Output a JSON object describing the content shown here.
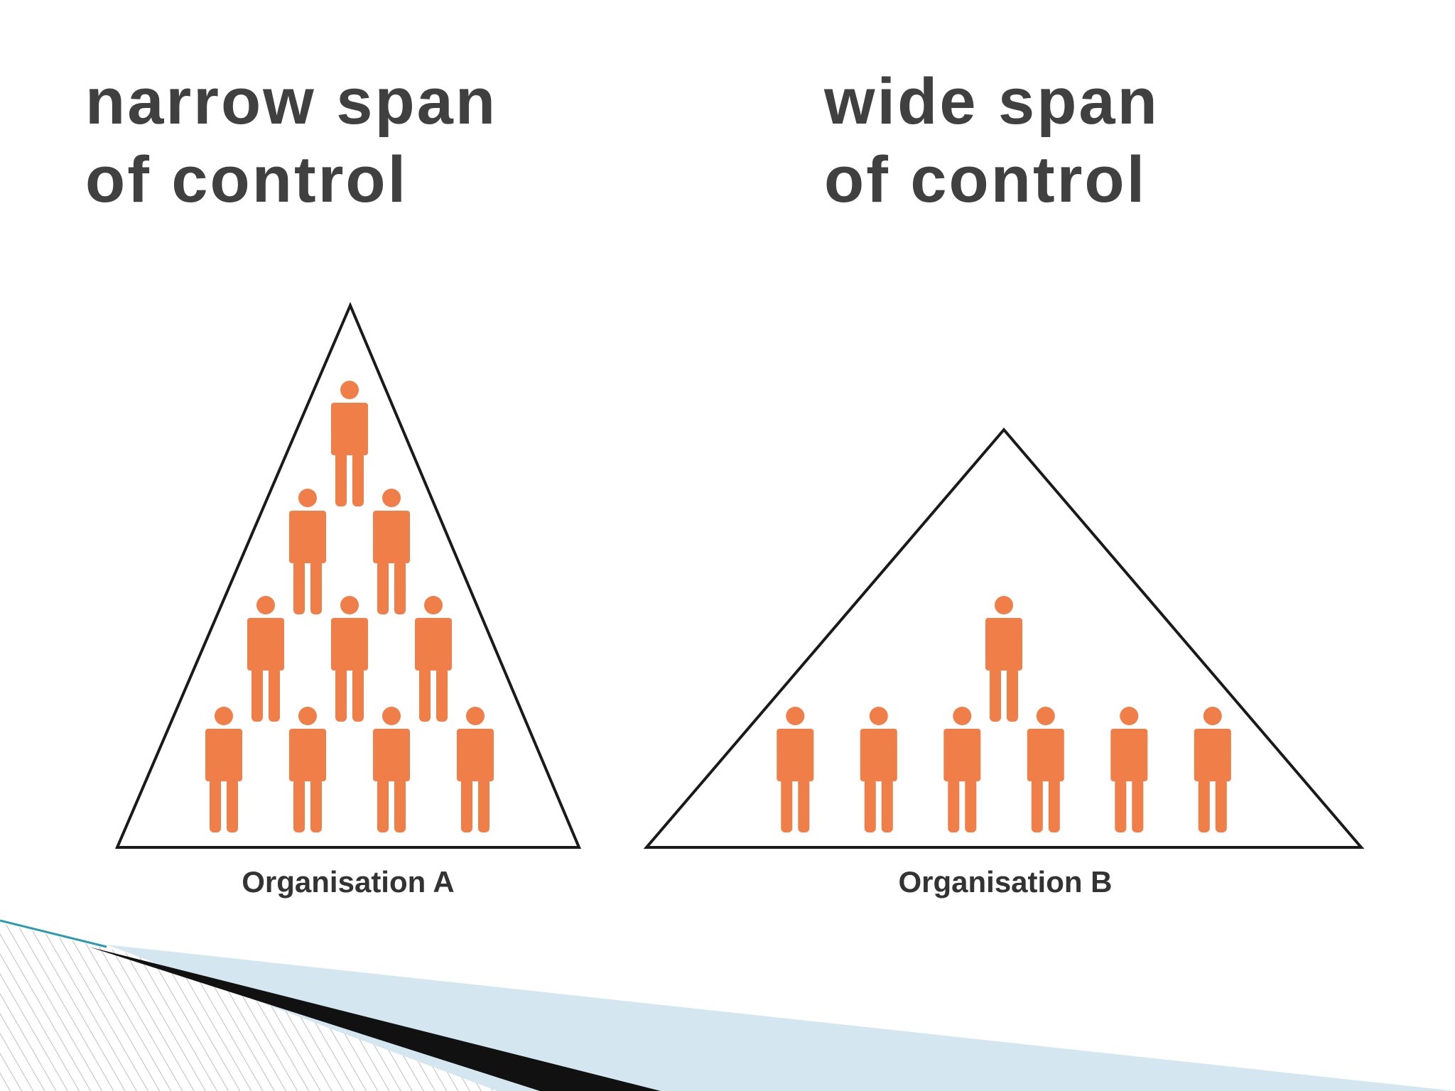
{
  "slide": {
    "left_heading": {
      "line1": "narrow span",
      "line2": "of control"
    },
    "right_heading": {
      "line1": "wide span",
      "line2": "of control"
    }
  },
  "diagram": {
    "figure_color": "#f07e48",
    "outline_color": "#1a1a1a",
    "organisations": [
      {
        "label": "Organisation A",
        "rows": [
          1,
          2,
          3,
          4
        ]
      },
      {
        "label": "Organisation B",
        "rows": [
          1,
          6
        ]
      }
    ]
  },
  "decoration": {
    "accent_dark": "#111111",
    "accent_light": "#d4e6ef",
    "accent_teal": "#2a9bb0",
    "hatch_color": "#bfbfbf"
  }
}
